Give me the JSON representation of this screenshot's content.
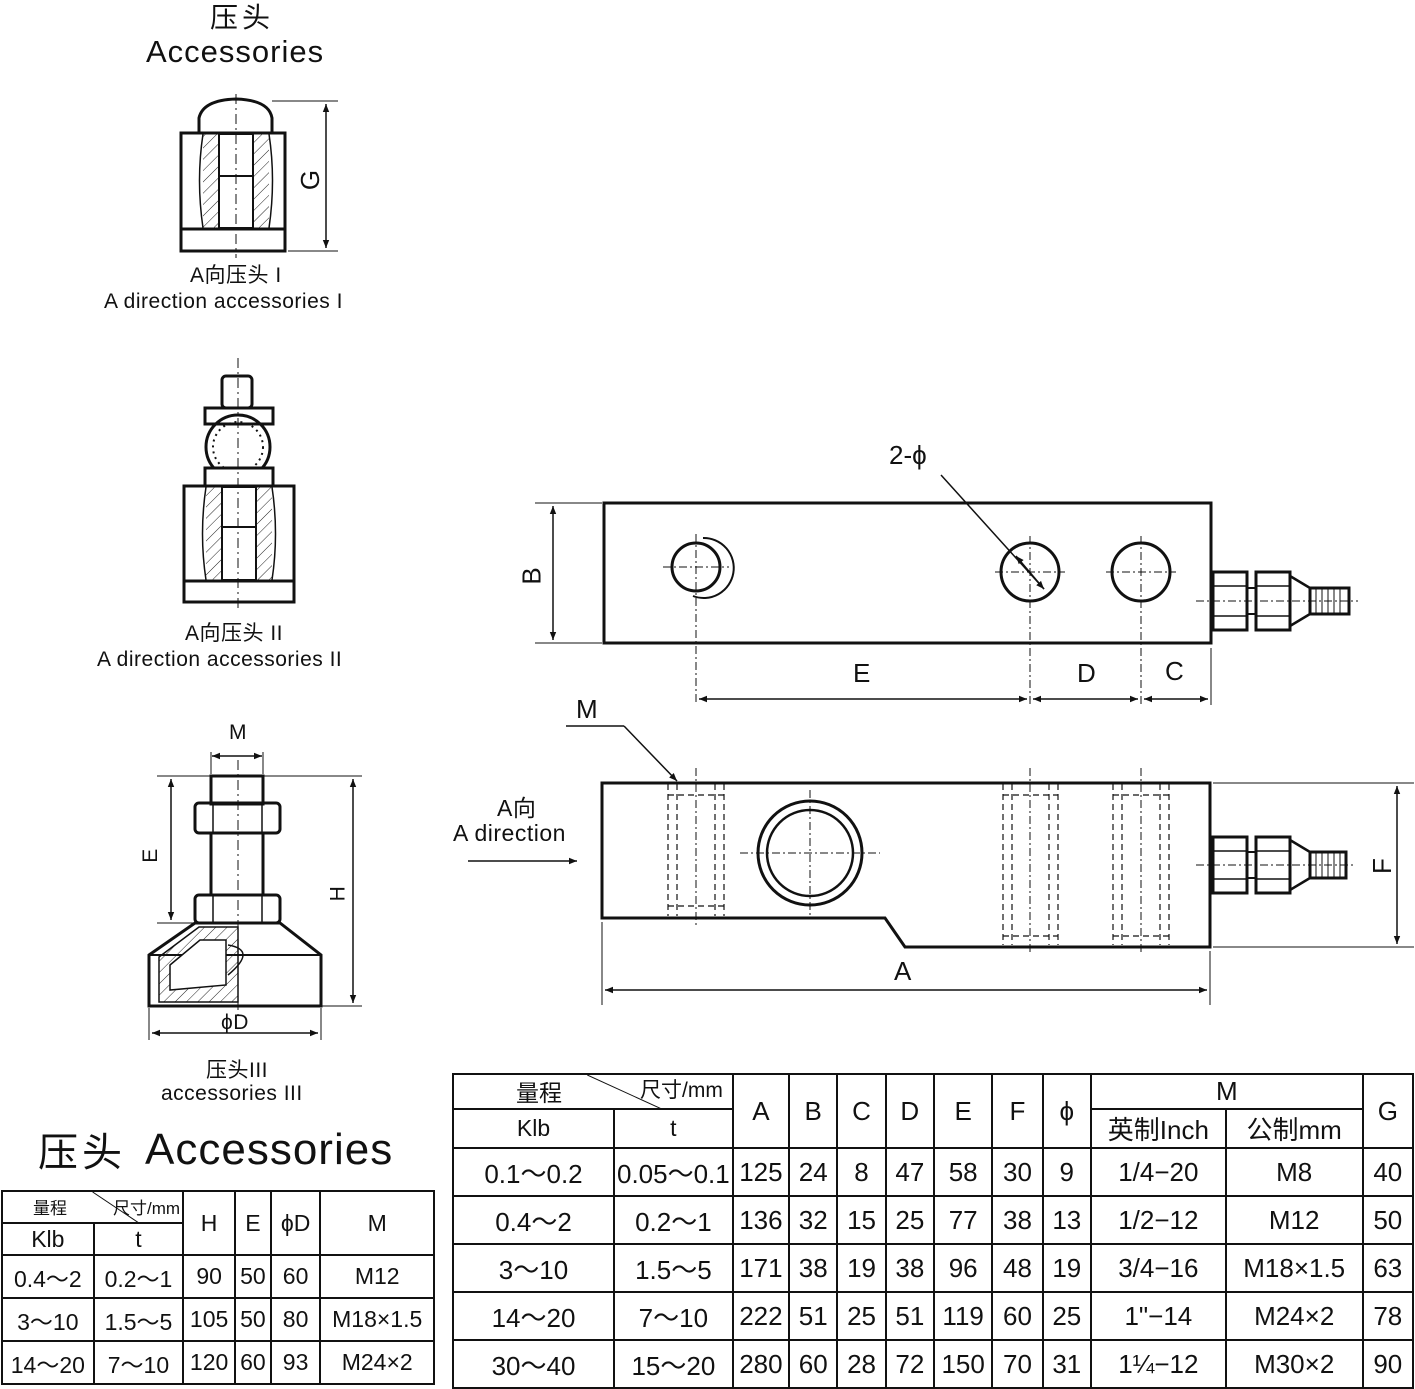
{
  "accessories_header": {
    "title_cn": "压头",
    "title_en": "Accessories"
  },
  "accessory_1": {
    "caption_cn": "A向压头 I",
    "caption_en": "A direction  accessories  I",
    "dim_label": "G"
  },
  "accessory_2": {
    "caption_cn": "A向压头 II",
    "caption_en": "A direction  accessories  II"
  },
  "accessory_3": {
    "caption_cn": "压头III",
    "caption_en": "accessories III",
    "dim_labels": {
      "m": "M",
      "e": "E",
      "h": "H",
      "d": "ϕD"
    }
  },
  "top_view": {
    "hole_label": "2-ϕ",
    "dim_labels": {
      "b": "B",
      "e": "E",
      "d": "D",
      "c": "C"
    }
  },
  "side_view": {
    "m_label": "M",
    "direction_cn": "A向",
    "direction_en": "A direction",
    "dim_labels": {
      "f": "F",
      "a": "A"
    }
  },
  "small_table": {
    "title_cn": "压头",
    "title_en": "Accessories",
    "corner": {
      "range": "量程",
      "size": "尺寸/mm",
      "klb": "Klb",
      "t": "t"
    },
    "columns": [
      "H",
      "E",
      "ϕD",
      "M"
    ],
    "rows": [
      {
        "klb": "0.4～2",
        "t": "0.2～1",
        "values": [
          "90",
          "50",
          "60",
          "M12"
        ]
      },
      {
        "klb": "3～10",
        "t": "1.5～5",
        "values": [
          "105",
          "50",
          "80",
          "M18×1.5"
        ]
      },
      {
        "klb": "14～20",
        "t": "7～10",
        "values": [
          "120",
          "60",
          "93",
          "M24×2"
        ]
      }
    ]
  },
  "big_table": {
    "corner": {
      "range": "量程",
      "size": "尺寸/mm",
      "klb": "Klb",
      "t": "t"
    },
    "columns": [
      "A",
      "B",
      "C",
      "D",
      "E",
      "F",
      "ϕ"
    ],
    "m_header": "M",
    "m_inch": "英制Inch",
    "m_mm": "公制mm",
    "g_header": "G",
    "rows": [
      {
        "klb": "0.1～0.2",
        "t": "0.05～0.1",
        "values": [
          "125",
          "24",
          "8",
          "47",
          "58",
          "30",
          "9"
        ],
        "inch": "1/4−20",
        "mm": "M8",
        "g": "40"
      },
      {
        "klb": "0.4～2",
        "t": "0.2～1",
        "values": [
          "136",
          "32",
          "15",
          "25",
          "77",
          "38",
          "13"
        ],
        "inch": "1/2−12",
        "mm": "M12",
        "g": "50"
      },
      {
        "klb": "3～10",
        "t": "1.5～5",
        "values": [
          "171",
          "38",
          "19",
          "38",
          "96",
          "48",
          "19"
        ],
        "inch": "3/4−16",
        "mm": "M18×1.5",
        "g": "63"
      },
      {
        "klb": "14～20",
        "t": "7～10",
        "values": [
          "222",
          "51",
          "25",
          "51",
          "119",
          "60",
          "25"
        ],
        "inch": "1\"−14",
        "mm": "M24×2",
        "g": "78"
      },
      {
        "klb": "30～40",
        "t": "15～20",
        "values": [
          "280",
          "60",
          "28",
          "72",
          "150",
          "70",
          "31"
        ],
        "inch": "1¼−12",
        "mm": "M30×2",
        "g": "90"
      }
    ]
  }
}
